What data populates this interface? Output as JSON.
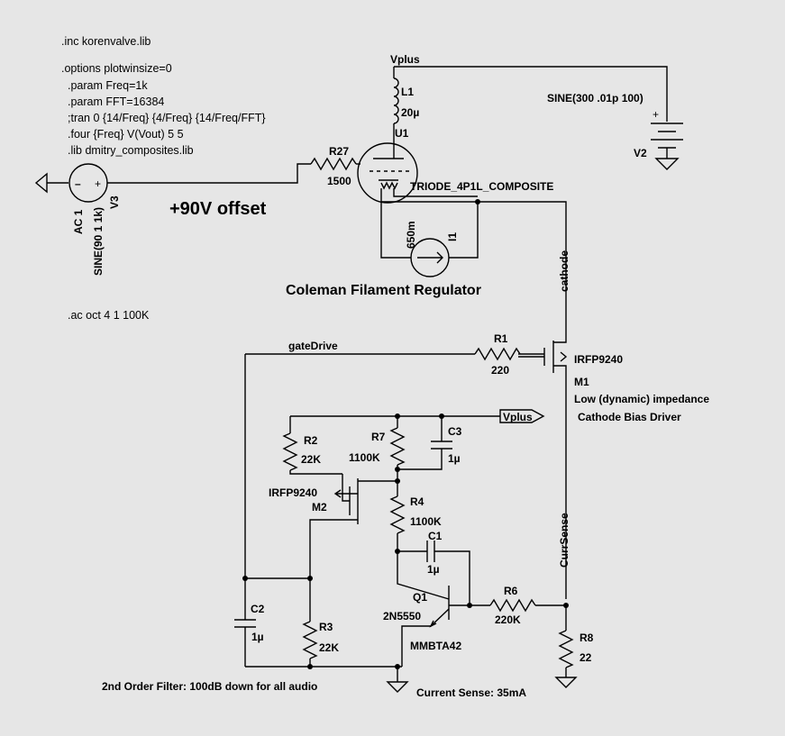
{
  "directives": {
    "inc": ".inc korenvalve.lib",
    "options": ".options plotwinsize=0",
    "param_freq": ".param Freq=1k",
    "param_fft": ".param FFT=16384",
    "tran": ";tran 0 {14/Freq} {4/Freq} {14/Freq/FFT}",
    "four": ".four {Freq} V(Vout) 5 5",
    "lib": ".lib dmitry_composites.lib",
    "ac": ".ac oct 4 1 100K"
  },
  "nets": {
    "vplus_top": "Vplus",
    "vplus_port": "Vplus",
    "cathode": "cathode",
    "gate_drive": "gateDrive",
    "curr_sense": "CurrSense"
  },
  "components": {
    "L1": {
      "name": "L1",
      "value": "20µ"
    },
    "U1": {
      "name": "U1",
      "model": "TRIODE_4P1L_COMPOSITE"
    },
    "V2": {
      "name": "V2",
      "value": "SINE(300 .01p 100)"
    },
    "V3": {
      "name": "V3",
      "ac": "AC 1",
      "value": "SINE(90 1 1k)"
    },
    "R27": {
      "name": "R27",
      "value": "1500"
    },
    "I1": {
      "name": "I1",
      "value": "650m"
    },
    "R1": {
      "name": "R1",
      "value": "220"
    },
    "M1": {
      "name": "M1",
      "model": "IRFP9240"
    },
    "R2": {
      "name": "R2",
      "value": "22K"
    },
    "R7": {
      "name": "R7",
      "value": "1100K"
    },
    "C3": {
      "name": "C3",
      "value": "1µ"
    },
    "M2": {
      "name": "M2",
      "model": "IRFP9240"
    },
    "R4": {
      "name": "R4",
      "value": "1100K"
    },
    "C1": {
      "name": "C1",
      "value": "1µ"
    },
    "Q1": {
      "name": "Q1",
      "model": "2N5550",
      "model2": "MMBTA42"
    },
    "R6": {
      "name": "R6",
      "value": "220K"
    },
    "C2": {
      "name": "C2",
      "value": "1µ"
    },
    "R3": {
      "name": "R3",
      "value": "22K"
    },
    "R8": {
      "name": "R8",
      "value": "22"
    }
  },
  "notes": {
    "offset": "+90V offset",
    "coleman": "Coleman Filament Regulator",
    "low_impedance": "Low (dynamic) impedance",
    "cathode_bias": "Cathode Bias Driver",
    "filter": "2nd Order Filter: 100dB down for all audio",
    "current_sense": "Current Sense: 35mA"
  }
}
